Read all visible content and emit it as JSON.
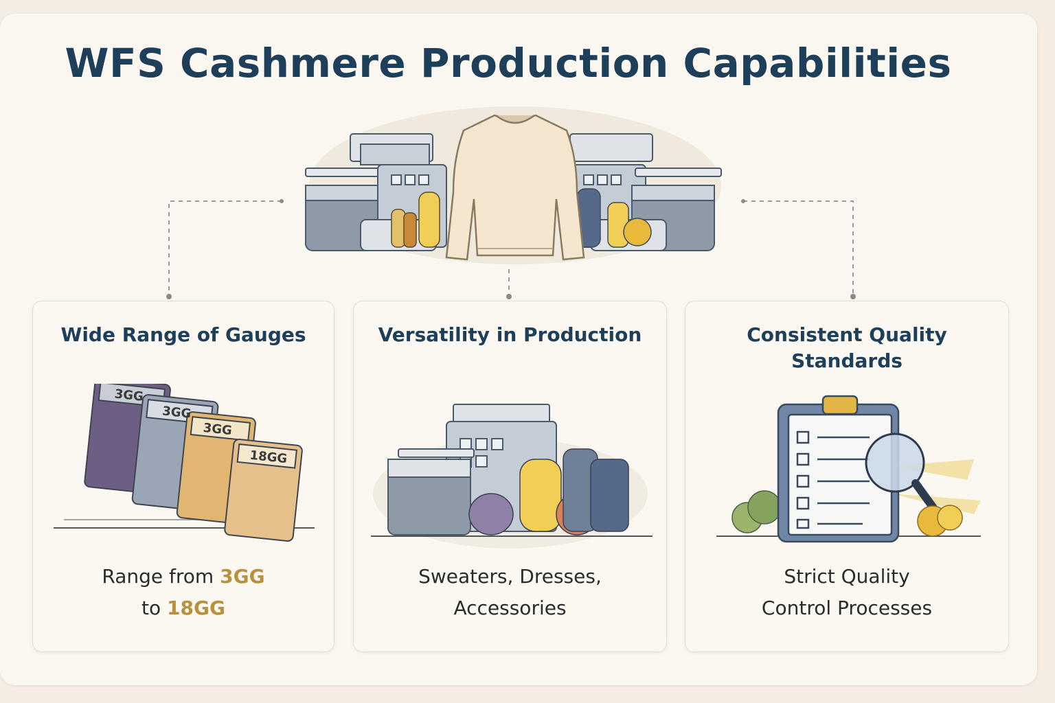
{
  "title": "WFS Cashmere Production Capabilities",
  "cards": [
    {
      "heading": "Wide Range of Gauges",
      "text_prefix": "Range from ",
      "gauge_min": "3GG",
      "text_mid": "to ",
      "gauge_max": "18GG",
      "gauge_labels": [
        "3GG",
        "3GG",
        "3GG",
        "18GG"
      ]
    },
    {
      "heading": "Versatility in Production",
      "line1": "Sweaters, Dresses,",
      "line2": "Accessories"
    },
    {
      "heading_line1": "Consistent  Quality",
      "heading_line2": "Standards",
      "line1": "Strict Quality",
      "line2": "Control Processes"
    }
  ],
  "colors": {
    "title": "#1e3f5a",
    "gauge_highlight": "#b8913f",
    "background": "#faf7f1"
  },
  "icons": {
    "hero": "sweater-and-knitting-machines-illustration",
    "card1": "gauge-samples-icon",
    "card2": "knitting-machine-and-yarn-icon",
    "card3": "clipboard-magnifier-icon"
  }
}
